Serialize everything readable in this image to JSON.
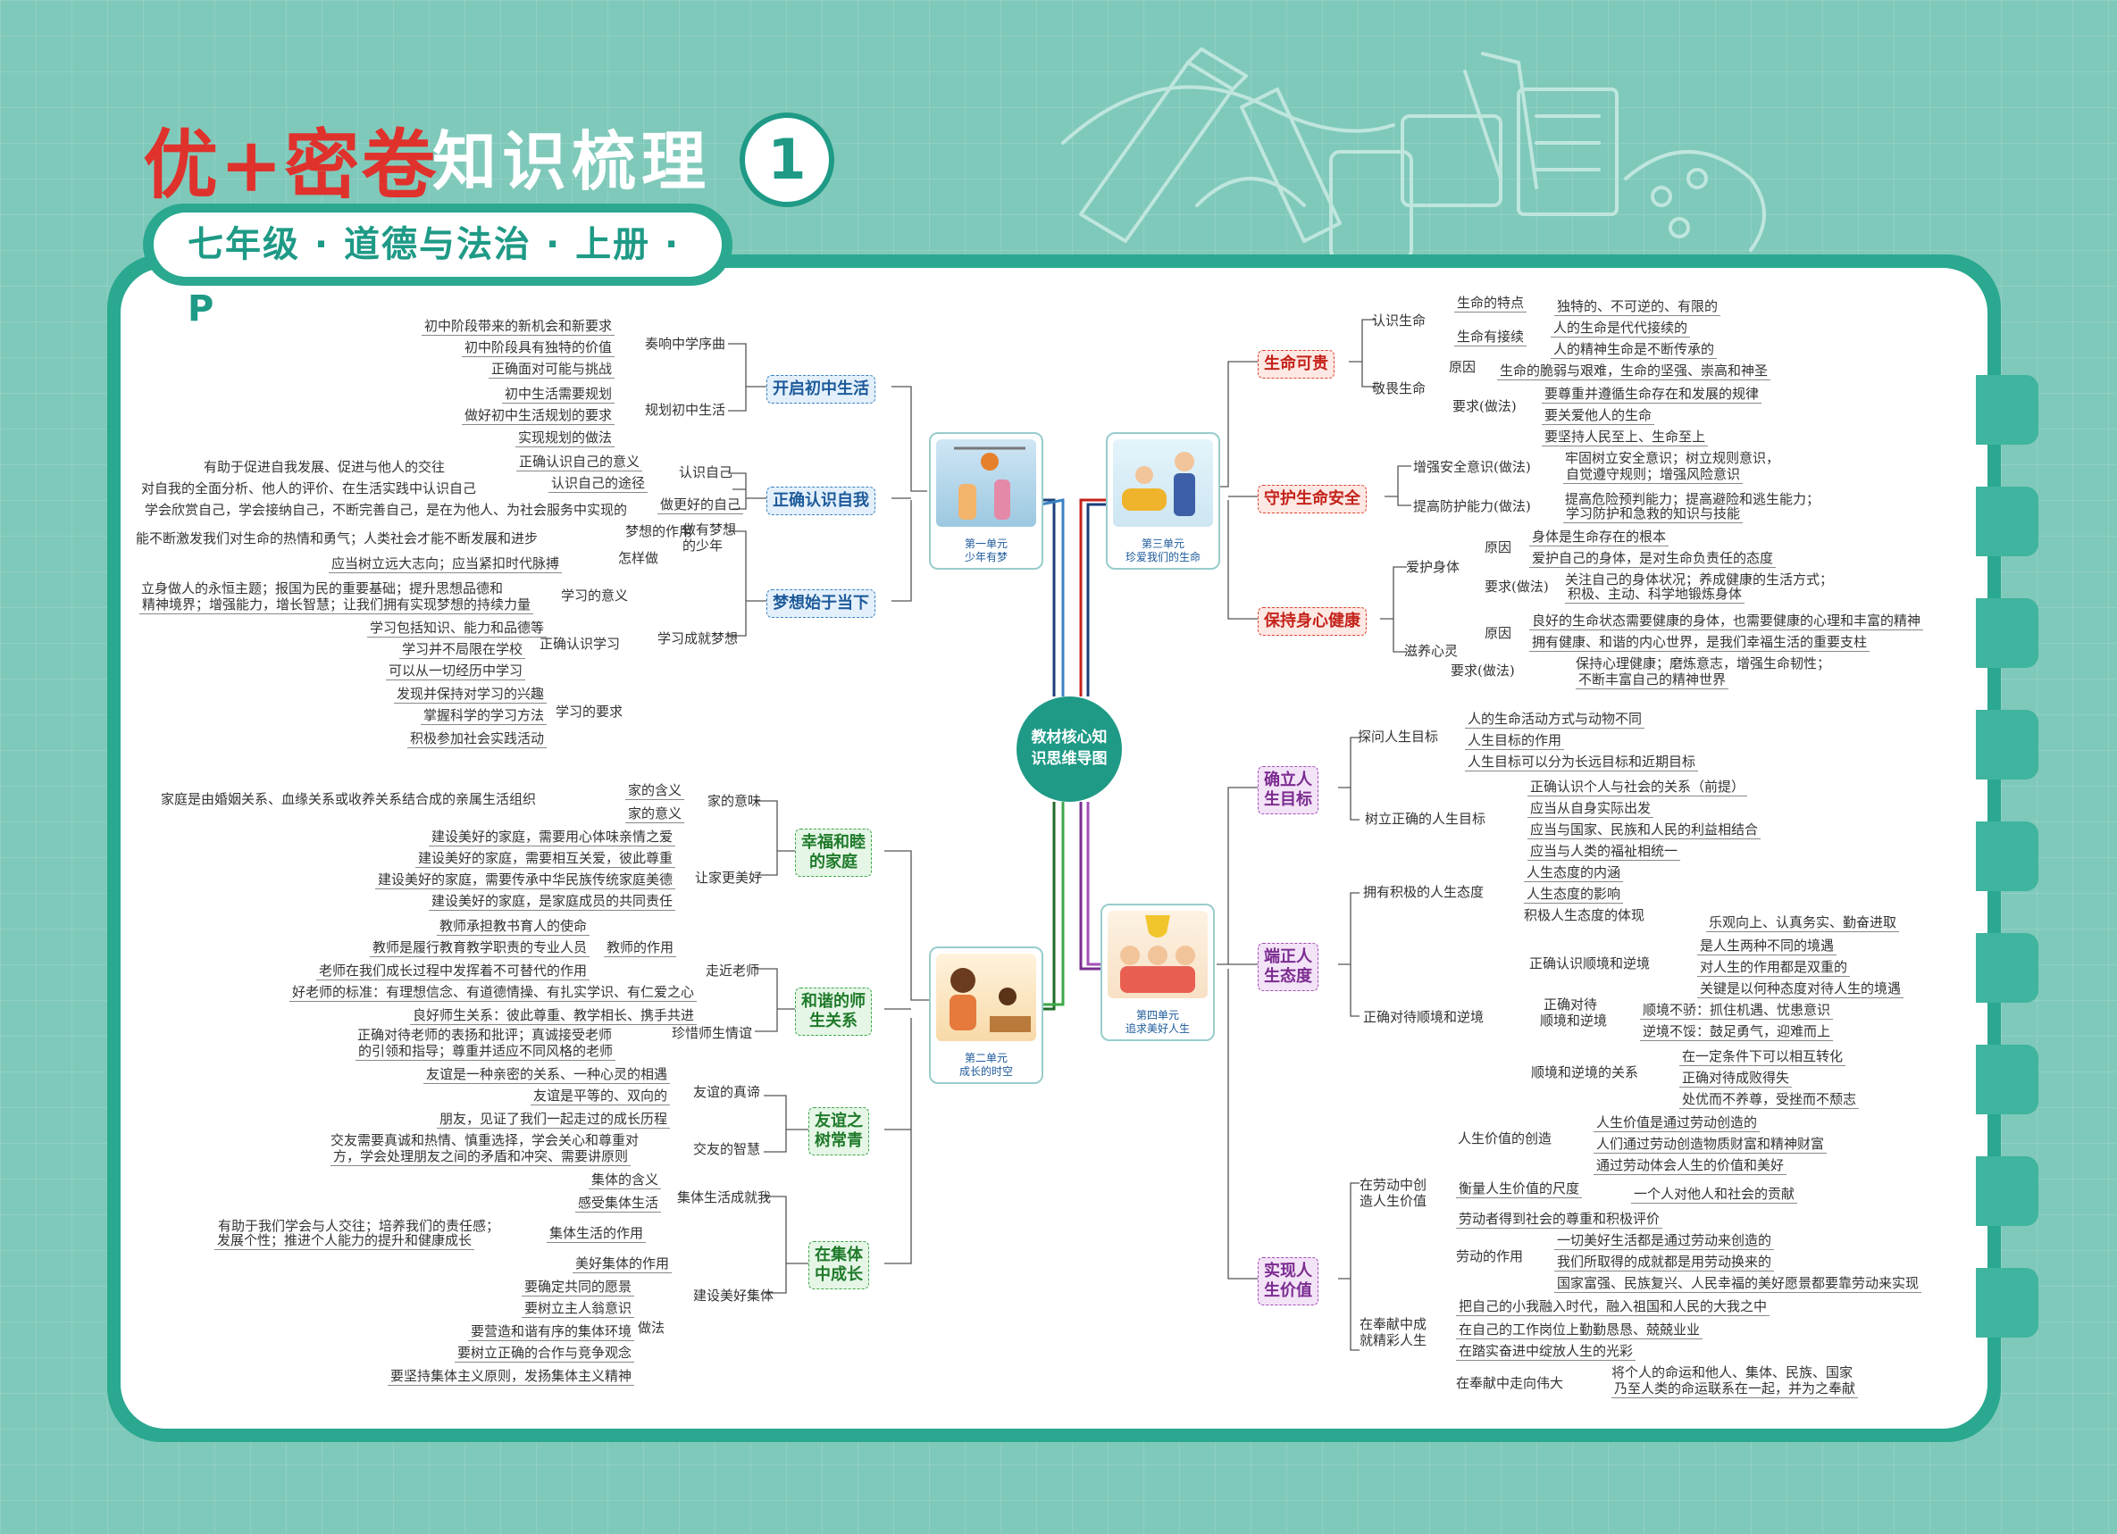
{
  "header": {
    "brand": "优",
    "brand_plus": "+",
    "brand_rest": "密卷",
    "title": "知识梳理",
    "number": "1",
    "subtitle": "七年级 · 道德与法治 · 上册 · P"
  },
  "center": {
    "line1": "教材核心知",
    "line2": "识思维导图"
  },
  "colors": {
    "teal": "#2aa890",
    "blue": "#3b82c4",
    "green": "#3ea84a",
    "red": "#e0432e",
    "purple": "#a34fb8"
  },
  "units": [
    {
      "id": "u1",
      "line1": "第一单元",
      "line2": "少年有梦"
    },
    {
      "id": "u2",
      "line1": "第二单元",
      "line2": "成长的时空"
    },
    {
      "id": "u3",
      "line1": "第三单元",
      "line2": "珍爱我们的生命"
    },
    {
      "id": "u4",
      "line1": "第四单元",
      "line2": "追求美好人生"
    }
  ],
  "topics": {
    "b1": "开启初中生活",
    "b2": "正确认识自我",
    "b3": "梦想始于当下",
    "g1": "幸福和睦\n的家庭",
    "g2": "和谐的师\n生关系",
    "g3": "友谊之\n树常青",
    "g4": "在集体\n中成长",
    "r1": "生命可贵",
    "r2": "守护生命安全",
    "r3": "保持身心健康",
    "p1": "确立人\n生目标",
    "p2": "端正人\n生态度",
    "p3": "实现人\n生价值"
  },
  "texts": [
    {
      "id": "L1",
      "s": "初中阶段带来的新机会和新要求"
    },
    {
      "id": "L2",
      "s": "初中阶段具有独特的价值"
    },
    {
      "id": "L3",
      "s": "正确面对可能与挑战"
    },
    {
      "id": "L4",
      "s": "奏响中学序曲"
    },
    {
      "id": "L5",
      "s": "初中生活需要规划"
    },
    {
      "id": "L6",
      "s": "做好初中生活规划的要求"
    },
    {
      "id": "L7",
      "s": "实现规划的做法"
    },
    {
      "id": "L8",
      "s": "规划初中生活"
    },
    {
      "id": "L9",
      "s": "有助于促进自我发展、促进与他人的交往"
    },
    {
      "id": "L10",
      "s": "正确认识自己的意义"
    },
    {
      "id": "L11",
      "s": "认识自己"
    },
    {
      "id": "L12",
      "s": "对自我的全面分析、他人的评价、在生活实践中认识自己"
    },
    {
      "id": "L13",
      "s": "认识自己的途径"
    },
    {
      "id": "L14",
      "s": "学会欣赏自己，学会接纳自己，不断完善自己，是在为他人、为社会服务中实现的"
    },
    {
      "id": "L15",
      "s": "做更好的自己"
    },
    {
      "id": "L16",
      "s": "能不断激发我们对生命的热情和勇气；人类社会才能不断发展和进步"
    },
    {
      "id": "L17",
      "s": "梦想的作用"
    },
    {
      "id": "L18",
      "s": "做有梦想"
    },
    {
      "id": "L19",
      "s": "的少年"
    },
    {
      "id": "L20",
      "s": "应当树立远大志向；应当紧扣时代脉搏"
    },
    {
      "id": "L21",
      "s": "怎样做"
    },
    {
      "id": "L22",
      "s": "立身做人的永恒主题；报国为民的重要基础；提升思想品德和"
    },
    {
      "id": "L23",
      "s": "精神境界；增强能力，增长智慧；让我们拥有实现梦想的持续力量"
    },
    {
      "id": "L24",
      "s": "学习的意义"
    },
    {
      "id": "L25",
      "s": "学习包括知识、能力和品德等"
    },
    {
      "id": "L26",
      "s": "学习并不局限在学校"
    },
    {
      "id": "L27",
      "s": "可以从一切经历中学习"
    },
    {
      "id": "L28",
      "s": "正确认识学习"
    },
    {
      "id": "L29",
      "s": "学习成就梦想"
    },
    {
      "id": "L30",
      "s": "发现并保持对学习的兴趣"
    },
    {
      "id": "L31",
      "s": "掌握科学的学习方法"
    },
    {
      "id": "L32",
      "s": "积极参加社会实践活动"
    },
    {
      "id": "L33",
      "s": "学习的要求"
    },
    {
      "id": "L34",
      "s": "家庭是由婚姻关系、血缘关系或收养关系结合成的亲属生活组织"
    },
    {
      "id": "L35",
      "s": "家的含义"
    },
    {
      "id": "L36",
      "s": "家的意义"
    },
    {
      "id": "L37",
      "s": "家的意味"
    },
    {
      "id": "L38",
      "s": "建设美好的家庭，需要用心体味亲情之爱"
    },
    {
      "id": "L39",
      "s": "建设美好的家庭，需要相互关爱，彼此尊重"
    },
    {
      "id": "L40",
      "s": "建设美好的家庭，需要传承中华民族传统家庭美德"
    },
    {
      "id": "L41",
      "s": "建设美好的家庭，是家庭成员的共同责任"
    },
    {
      "id": "L42",
      "s": "让家更美好"
    },
    {
      "id": "L43",
      "s": "教师承担教书育人的使命"
    },
    {
      "id": "L44",
      "s": "教师是履行教育教学职责的专业人员"
    },
    {
      "id": "L45",
      "s": "教师的作用"
    },
    {
      "id": "L46",
      "s": "老师在我们成长过程中发挥着不可替代的作用"
    },
    {
      "id": "L47",
      "s": "走近老师"
    },
    {
      "id": "L48",
      "s": "好老师的标准：有理想信念、有道德情操、有扎实学识、有仁爱之心"
    },
    {
      "id": "L49",
      "s": "良好师生关系：彼此尊重、教学相长、携手共进"
    },
    {
      "id": "L50",
      "s": "正确对待老师的表扬和批评；真诚接受老师"
    },
    {
      "id": "L51",
      "s": "的引领和指导；尊重并适应不同风格的老师"
    },
    {
      "id": "L52",
      "s": "珍惜师生情谊"
    },
    {
      "id": "L53",
      "s": "友谊是一种亲密的关系、一种心灵的相遇"
    },
    {
      "id": "L54",
      "s": "友谊是平等的、双向的"
    },
    {
      "id": "L55",
      "s": "友谊的真谛"
    },
    {
      "id": "L56",
      "s": "朋友，见证了我们一起走过的成长历程"
    },
    {
      "id": "L57",
      "s": "交友需要真诚和热情、慎重选择，学会关心和尊重对"
    },
    {
      "id": "L58",
      "s": "方，学会处理朋友之间的矛盾和冲突、需要讲原则"
    },
    {
      "id": "L59",
      "s": "交友的智慧"
    },
    {
      "id": "L60",
      "s": "集体的含义"
    },
    {
      "id": "L61",
      "s": "感受集体生活"
    },
    {
      "id": "L62",
      "s": "集体生活成就我"
    },
    {
      "id": "L63",
      "s": "有助于我们学会与人交往；培养我们的责任感；"
    },
    {
      "id": "L64",
      "s": "发展个性；推进个人能力的提升和健康成长"
    },
    {
      "id": "L65",
      "s": "集体生活的作用"
    },
    {
      "id": "L66",
      "s": "美好集体的作用"
    },
    {
      "id": "L67",
      "s": "要确定共同的愿景"
    },
    {
      "id": "L68",
      "s": "要树立主人翁意识"
    },
    {
      "id": "L69",
      "s": "要营造和谐有序的集体环境"
    },
    {
      "id": "L70",
      "s": "要树立正确的合作与竞争观念"
    },
    {
      "id": "L71",
      "s": "要坚持集体主义原则，发扬集体主义精神"
    },
    {
      "id": "L72",
      "s": "做法"
    },
    {
      "id": "L73",
      "s": "建设美好集体"
    },
    {
      "id": "R1",
      "s": "认识生命"
    },
    {
      "id": "R2",
      "s": "生命的特点"
    },
    {
      "id": "R3",
      "s": "独特的、不可逆的、有限的"
    },
    {
      "id": "R4",
      "s": "生命有接续"
    },
    {
      "id": "R5",
      "s": "人的生命是代代接续的"
    },
    {
      "id": "R6",
      "s": "人的精神生命是不断传承的"
    },
    {
      "id": "R7",
      "s": "敬畏生命"
    },
    {
      "id": "R8",
      "s": "原因"
    },
    {
      "id": "R9",
      "s": "生命的脆弱与艰难，生命的坚强、崇高和神圣"
    },
    {
      "id": "R10",
      "s": "要求(做法)"
    },
    {
      "id": "R11",
      "s": "要尊重并遵循生命存在和发展的规律"
    },
    {
      "id": "R12",
      "s": "要关爱他人的生命"
    },
    {
      "id": "R13",
      "s": "要坚持人民至上、生命至上"
    },
    {
      "id": "R14",
      "s": "增强安全意识(做法)"
    },
    {
      "id": "R15",
      "s": "牢固树立安全意识；树立规则意识，"
    },
    {
      "id": "R16",
      "s": "自觉遵守规则；增强风险意识"
    },
    {
      "id": "R17",
      "s": "提高防护能力(做法)"
    },
    {
      "id": "R18",
      "s": "提高危险预判能力；提高避险和逃生能力；"
    },
    {
      "id": "R19",
      "s": "学习防护和急救的知识与技能"
    },
    {
      "id": "R20",
      "s": "爱护身体"
    },
    {
      "id": "R21",
      "s": "原因"
    },
    {
      "id": "R22",
      "s": "身体是生命存在的根本"
    },
    {
      "id": "R23",
      "s": "爱护自己的身体，是对生命负责任的态度"
    },
    {
      "id": "R24",
      "s": "要求(做法)"
    },
    {
      "id": "R25",
      "s": "关注自己的身体状况；养成健康的生活方式；"
    },
    {
      "id": "R26",
      "s": "积极、主动、科学地锻炼身体"
    },
    {
      "id": "R27",
      "s": "滋养心灵"
    },
    {
      "id": "R28",
      "s": "原因"
    },
    {
      "id": "R29",
      "s": "良好的生命状态需要健康的身体，也需要健康的心理和丰富的精神"
    },
    {
      "id": "R30",
      "s": "拥有健康、和谐的内心世界，是我们幸福生活的重要支柱"
    },
    {
      "id": "R31",
      "s": "要求(做法)"
    },
    {
      "id": "R32",
      "s": "保持心理健康；磨炼意志，增强生命韧性；"
    },
    {
      "id": "R33",
      "s": "不断丰富自己的精神世界"
    },
    {
      "id": "R34",
      "s": "探问人生目标"
    },
    {
      "id": "R35",
      "s": "人的生命活动方式与动物不同"
    },
    {
      "id": "R36",
      "s": "人生目标的作用"
    },
    {
      "id": "R37",
      "s": "人生目标可以分为长远目标和近期目标"
    },
    {
      "id": "R38",
      "s": "树立正确的人生目标"
    },
    {
      "id": "R39",
      "s": "正确认识个人与社会的关系（前提）"
    },
    {
      "id": "R40",
      "s": "应当从自身实际出发"
    },
    {
      "id": "R41",
      "s": "应当与国家、民族和人民的利益相结合"
    },
    {
      "id": "R42",
      "s": "应当与人类的福祉相统一"
    },
    {
      "id": "R43",
      "s": "拥有积极的人生态度"
    },
    {
      "id": "R44",
      "s": "人生态度的内涵"
    },
    {
      "id": "R45",
      "s": "人生态度的影响"
    },
    {
      "id": "R46",
      "s": "积极人生态度的体现"
    },
    {
      "id": "R47",
      "s": "乐观向上、认真务实、勤奋进取"
    },
    {
      "id": "R48",
      "s": "正确认识顺境和逆境"
    },
    {
      "id": "R49",
      "s": "是人生两种不同的境遇"
    },
    {
      "id": "R50",
      "s": "对人生的作用都是双重的"
    },
    {
      "id": "R51",
      "s": "关键是以何种态度对待人生的境遇"
    },
    {
      "id": "R52",
      "s": "正确对待顺境和逆境"
    },
    {
      "id": "R53",
      "s": "正确对待"
    },
    {
      "id": "R54",
      "s": "顺境和逆境"
    },
    {
      "id": "R55",
      "s": "顺境不骄：抓住机遇、忧患意识"
    },
    {
      "id": "R56",
      "s": "逆境不馁：鼓足勇气，迎难而上"
    },
    {
      "id": "R57",
      "s": "顺境和逆境的关系"
    },
    {
      "id": "R58",
      "s": "在一定条件下可以相互转化"
    },
    {
      "id": "R59",
      "s": "正确对待成败得失"
    },
    {
      "id": "R60",
      "s": "处优而不养尊，受挫而不颓志"
    },
    {
      "id": "R61",
      "s": "在劳动中创"
    },
    {
      "id": "R62",
      "s": "造人生价值"
    },
    {
      "id": "R63",
      "s": "人生价值的创造"
    },
    {
      "id": "R64",
      "s": "人生价值是通过劳动创造的"
    },
    {
      "id": "R65",
      "s": "人们通过劳动创造物质财富和精神财富"
    },
    {
      "id": "R66",
      "s": "通过劳动体会人生的价值和美好"
    },
    {
      "id": "R67",
      "s": "衡量人生价值的尺度"
    },
    {
      "id": "R68",
      "s": "一个人对他人和社会的贡献"
    },
    {
      "id": "R69",
      "s": "劳动者得到社会的尊重和积极评价"
    },
    {
      "id": "R70",
      "s": "劳动的作用"
    },
    {
      "id": "R71",
      "s": "一切美好生活都是通过劳动来创造的"
    },
    {
      "id": "R72",
      "s": "我们所取得的成就都是用劳动换来的"
    },
    {
      "id": "R73",
      "s": "国家富强、民族复兴、人民幸福的美好愿景都要靠劳动来实现"
    },
    {
      "id": "R74",
      "s": "在奉献中成"
    },
    {
      "id": "R75",
      "s": "就精彩人生"
    },
    {
      "id": "R76",
      "s": "把自己的小我融入时代，融入祖国和人民的大我之中"
    },
    {
      "id": "R77",
      "s": "在自己的工作岗位上勤勤恳恳、兢兢业业"
    },
    {
      "id": "R78",
      "s": "在踏实奋进中绽放人生的光彩"
    },
    {
      "id": "R79",
      "s": "在奉献中走向伟大"
    },
    {
      "id": "R80",
      "s": "将个人的命运和他人、集体、民族、国家"
    },
    {
      "id": "R81",
      "s": "乃至人类的命运联系在一起，并为之奉献"
    }
  ]
}
